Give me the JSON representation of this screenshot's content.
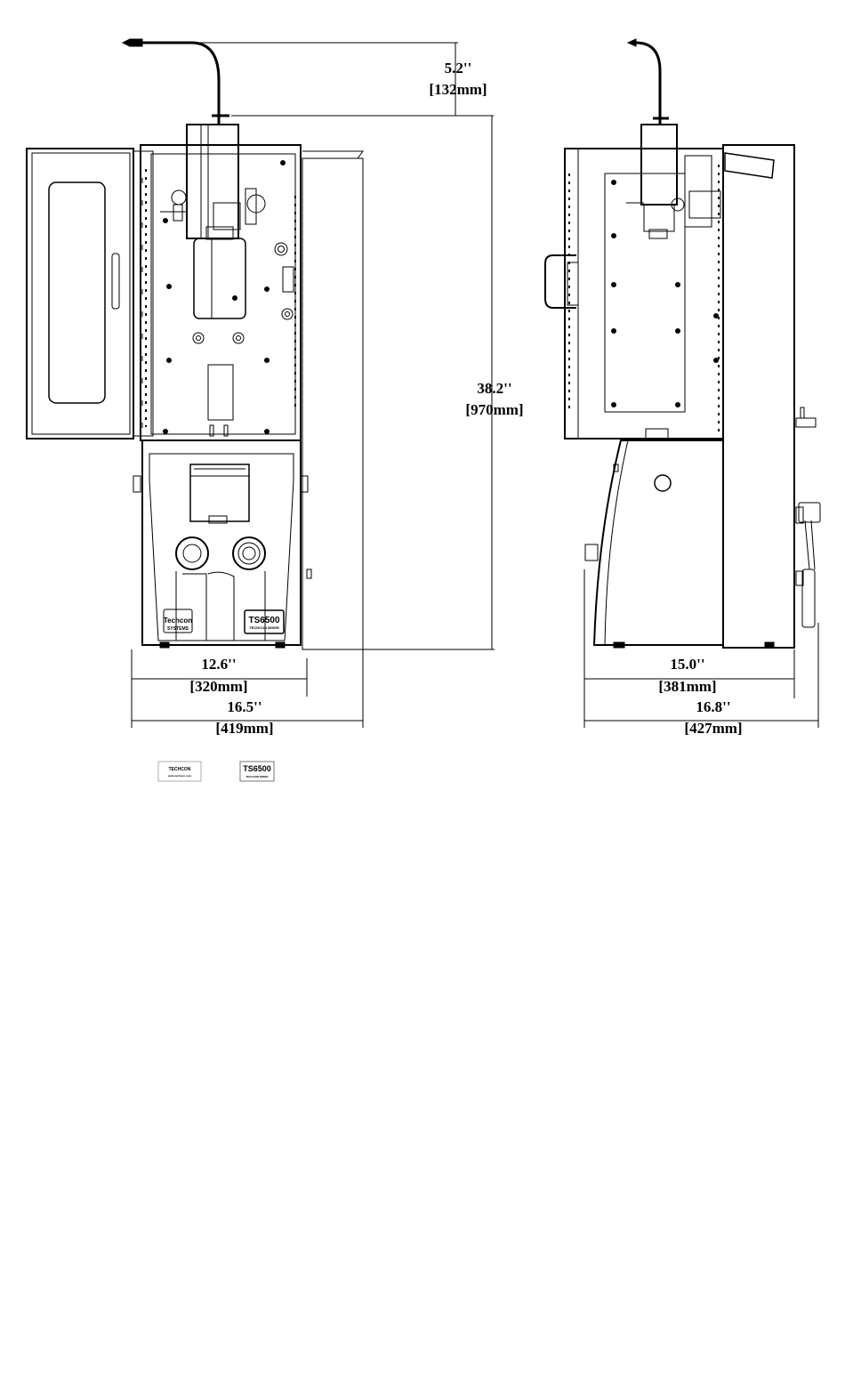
{
  "dimensions": {
    "syringe_height": {
      "imperial": "5.2''",
      "metric": "[132mm]"
    },
    "overall_height": {
      "imperial": "38.2''",
      "metric": "[970mm]"
    },
    "front_width": {
      "imperial": "12.6''",
      "metric": "[320mm]"
    },
    "front_width_door_open": {
      "imperial": "16.5''",
      "metric": "[419mm]"
    },
    "side_depth": {
      "imperial": "15.0''",
      "metric": "[381mm]"
    },
    "side_depth_with_filter": {
      "imperial": "16.8''",
      "metric": "[427mm]"
    }
  },
  "labels": {
    "logo_front": "Techcon",
    "logo_sub": "SYSTEMS",
    "model_front": "TS6500",
    "model_front_sub": "TECHCON MIXER",
    "logo_sample": "TECHCON",
    "logo_sample_sub": "www.techcon.com",
    "model_sample": "TS6500",
    "model_sample_sub": "TECHCON MIXER"
  },
  "colors": {
    "line": "#000000",
    "background": "#ffffff"
  }
}
